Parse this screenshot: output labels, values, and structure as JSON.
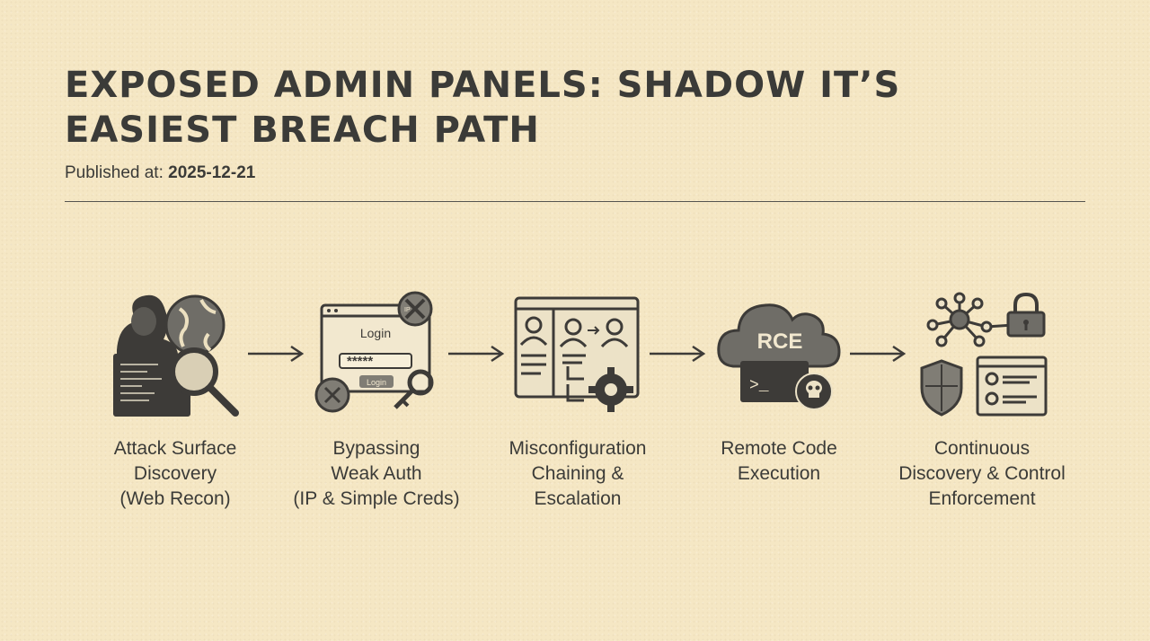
{
  "header": {
    "title_line1": "EXPOSED ADMIN PANELS: SHADOW IT’S",
    "title_line2": "EASIEST BREACH PATH",
    "published_label": "Published at:",
    "published_date": "2025-12-21"
  },
  "diagram": {
    "steps": [
      {
        "icon": "hacker-recon-icon",
        "lines": [
          "Attack Surface",
          "Discovery",
          "(Web Recon)"
        ]
      },
      {
        "icon": "login-bypass-icon",
        "lines": [
          "Bypassing",
          "Weak Auth",
          "(IP & Simple Creds)"
        ]
      },
      {
        "icon": "misconfig-escalation-icon",
        "lines": [
          "Misconfiguration",
          "Chaining &",
          "Escalation"
        ]
      },
      {
        "icon": "rce-cloud-icon",
        "lines": [
          "Remote Code",
          "Execution"
        ]
      },
      {
        "icon": "continuous-control-icon",
        "lines": [
          "Continuous",
          "Discovery & Control",
          "Enforcement"
        ]
      }
    ],
    "icon_texts": {
      "login_title": "Login",
      "password_mask": "*****",
      "login_button": "Login",
      "ip_badge": "IP",
      "rce": "RCE",
      "terminal_prompt": ">_"
    }
  }
}
